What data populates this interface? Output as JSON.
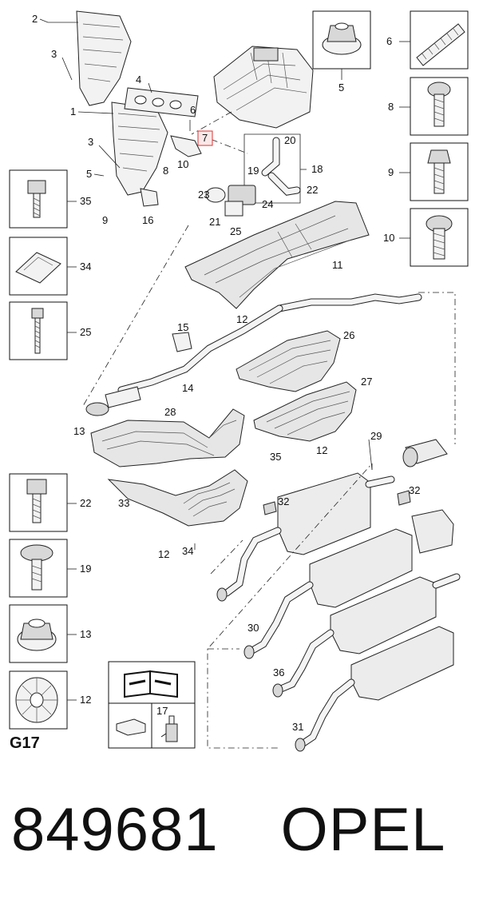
{
  "callouts": {
    "n1": "1",
    "n2": "2",
    "n3a": "3",
    "n3b": "3",
    "n4": "4",
    "n5a": "5",
    "n5b": "5",
    "n6a": "6",
    "n6b": "6",
    "n7": "7",
    "n8a": "8",
    "n8b": "8",
    "n9a": "9",
    "n9b": "9",
    "n10a": "10",
    "n10b": "10",
    "n11": "11",
    "n12a": "12",
    "n12b": "12",
    "n12c": "12",
    "n12d": "12",
    "n13a": "13",
    "n13b": "13",
    "n14": "14",
    "n15": "15",
    "n16": "16",
    "n17": "17",
    "n18": "18",
    "n19a": "19",
    "n19b": "19",
    "n20": "20",
    "n21": "21",
    "n22a": "22",
    "n22b": "22",
    "n23": "23",
    "n24": "24",
    "n25a": "25",
    "n25b": "25",
    "n26": "26",
    "n27": "27",
    "n28": "28",
    "n29": "29",
    "n30": "30",
    "n31": "31",
    "n32a": "32",
    "n32b": "32",
    "n33": "33",
    "n34a": "34",
    "n34b": "34",
    "n35a": "35",
    "n35b": "35",
    "n36": "36"
  },
  "diagram_code": "G17",
  "highlighted_part": "7",
  "footer": {
    "part_number": "849681",
    "brand": "OPEL"
  }
}
